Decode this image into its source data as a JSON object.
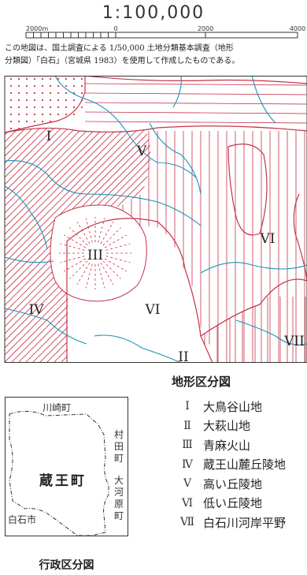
{
  "scale": {
    "ratio": "1:100,000",
    "labels": [
      "2000m",
      "0",
      "2000",
      "4000"
    ]
  },
  "caption": {
    "line1": "この地図は、国土調査による 1/50,000 土地分類基本調査（地形",
    "line2": "分類図）「白石」（宮城県 1983）を使用して作成したものである。"
  },
  "map": {
    "zone_labels": [
      "I",
      "V",
      "III",
      "VI",
      "IV",
      "VI",
      "VII",
      "II"
    ],
    "colors": {
      "boundary": "#c8324a",
      "river": "#1596b4",
      "hatch": "#c8324a"
    }
  },
  "legend": {
    "title": "地形区分図",
    "items": [
      {
        "numeral": "Ⅰ",
        "name": "大鳥谷山地"
      },
      {
        "numeral": "Ⅱ",
        "name": "大萩山地"
      },
      {
        "numeral": "Ⅲ",
        "name": "青麻火山"
      },
      {
        "numeral": "Ⅳ",
        "name": "蔵王山麓丘陵地"
      },
      {
        "numeral": "Ⅴ",
        "name": "高い丘陵地"
      },
      {
        "numeral": "Ⅵ",
        "name": "低い丘陵地"
      },
      {
        "numeral": "Ⅶ",
        "name": "白石川河岸平野"
      }
    ]
  },
  "admin_map": {
    "title": "行政区分図",
    "town": "蔵王町",
    "neighbors": {
      "kawasaki": "川崎町",
      "murata": "村田町",
      "shiroishi": "白石市",
      "ogawara": "大河原町"
    }
  }
}
